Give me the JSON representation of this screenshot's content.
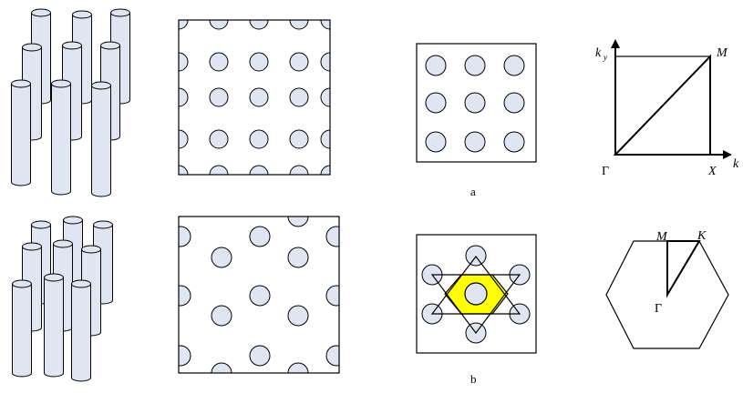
{
  "row_a": {
    "label": "a",
    "brillouin_labels": {
      "ky": "k",
      "ky_sub": "y",
      "kx": "k",
      "gamma": "Γ",
      "x_point": "X",
      "m_point": "M"
    }
  },
  "row_b": {
    "label": "b",
    "brillouin_labels": {
      "gamma": "Γ",
      "m_point": "M",
      "k_point": "K"
    }
  },
  "colors": {
    "rod_fill": "#dfe6f2",
    "line": "#000000",
    "highlight": "#ffff00",
    "background": "#ffffff"
  }
}
